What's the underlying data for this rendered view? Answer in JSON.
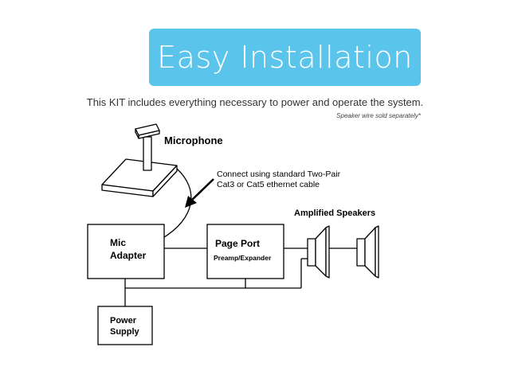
{
  "header": {
    "title": "Easy Installation",
    "intro": "This KIT includes everything necessary to power and operate the system.",
    "footnote": "Speaker wire sold separately*"
  },
  "diagram": {
    "microphone_label": "Microphone",
    "cable_note_line1": "Connect using standard Two-Pair",
    "cable_note_line2": "Cat3 or Cat5 ethernet cable",
    "mic_adapter_line1": "Mic",
    "mic_adapter_line2": "Adapter",
    "page_port_line1": "Page Port",
    "page_port_line2": "Preamp/Expander",
    "speakers_label": "Amplified Speakers",
    "power_supply_line1": "Power",
    "power_supply_line2": "Supply"
  },
  "colors": {
    "banner": "#5bc4ea",
    "line": "#000000"
  }
}
